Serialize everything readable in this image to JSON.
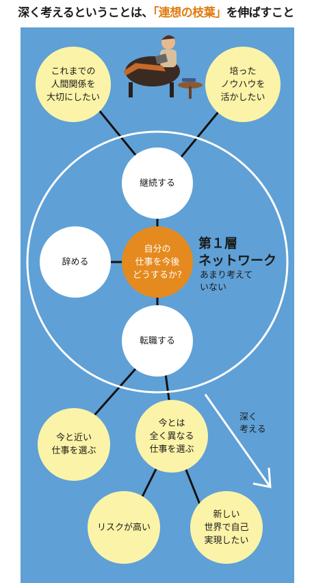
{
  "title": {
    "prefix": "深く考えるということは、",
    "highlight": "「連想の枝葉」",
    "suffix": "を伸ばすこと"
  },
  "nodes": {
    "top_left": "これまでの\n人間関係を\n大切にしたい",
    "top_right": "培った\nノウハウを\n活かしたい",
    "continue": "継続する",
    "quit": "辞める",
    "center": "自分の\n仕事を今後\nどうするか?",
    "job_change": "転職する",
    "similar_job": "今と近い\n仕事を選ぶ",
    "different_job": "今とは\n全く異なる\n仕事を選ぶ",
    "high_risk": "リスクが高い",
    "new_world": "新しい\n世界で自己\n実現したい"
  },
  "network_label": {
    "line1": "第１層",
    "line2": "ネットワーク",
    "note": "あまり考えて\nいない"
  },
  "deep_think": "深く\n考える",
  "colors": {
    "background": "#5fa0d6",
    "leaf": "#fbf3a8",
    "center": "#e58a1e",
    "highlight": "#e07b10"
  }
}
